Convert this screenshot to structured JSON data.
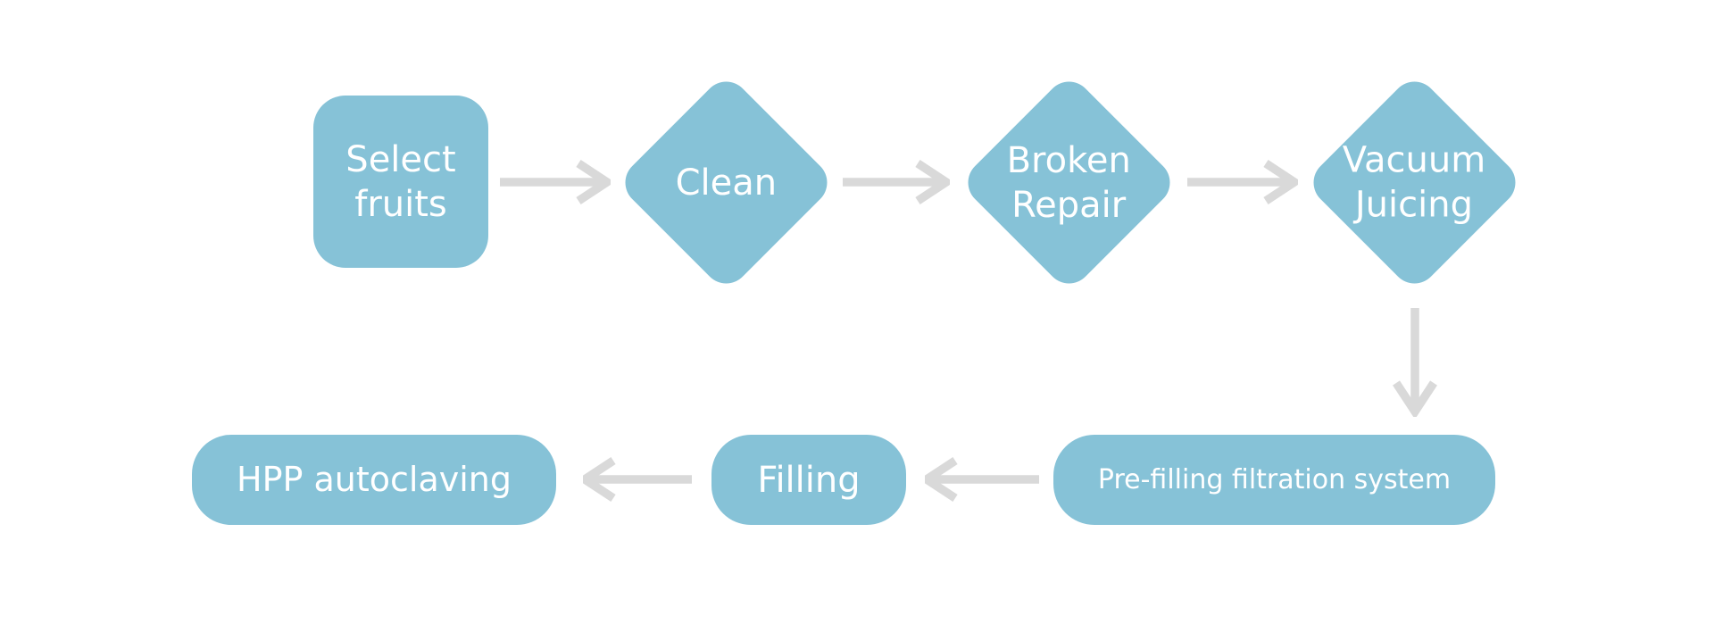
{
  "colors": {
    "shape_fill": "#86c2d7",
    "arrow": "#d9d9d9",
    "text": "#ffffff",
    "background": "#ffffff"
  },
  "flowchart": {
    "nodes": {
      "select_fruits": {
        "label": "Select\nfruits",
        "shape": "rounded-rect"
      },
      "clean": {
        "label": "Clean",
        "shape": "diamond"
      },
      "broken_repair": {
        "label": "Broken\nRepair",
        "shape": "diamond"
      },
      "vacuum_juicing": {
        "label": "Vacuum\nJuicing",
        "shape": "diamond"
      },
      "pre_filling": {
        "label": "Pre-filling filtration system",
        "shape": "rounded-rect"
      },
      "filling": {
        "label": "Filling",
        "shape": "rounded-rect"
      },
      "hpp_autoclaving": {
        "label": "HPP autoclaving",
        "shape": "rounded-rect"
      }
    },
    "edges": [
      {
        "from": "select_fruits",
        "to": "clean",
        "direction": "right"
      },
      {
        "from": "clean",
        "to": "broken_repair",
        "direction": "right"
      },
      {
        "from": "broken_repair",
        "to": "vacuum_juicing",
        "direction": "right"
      },
      {
        "from": "vacuum_juicing",
        "to": "pre_filling",
        "direction": "down"
      },
      {
        "from": "pre_filling",
        "to": "filling",
        "direction": "left"
      },
      {
        "from": "filling",
        "to": "hpp_autoclaving",
        "direction": "left"
      }
    ]
  }
}
